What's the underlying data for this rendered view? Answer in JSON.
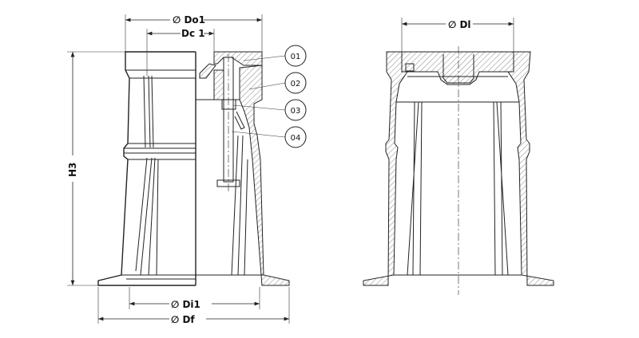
{
  "dimensions": {
    "do1": "∅ Do1",
    "dc1": "Dc 1",
    "h3": "H3",
    "di1": "∅ Di1",
    "df": "∅ Df",
    "dl": "∅ Dl"
  },
  "balloons": [
    "01",
    "02",
    "03",
    "04"
  ],
  "colors": {
    "line": "#222222",
    "background": "#ffffff"
  }
}
